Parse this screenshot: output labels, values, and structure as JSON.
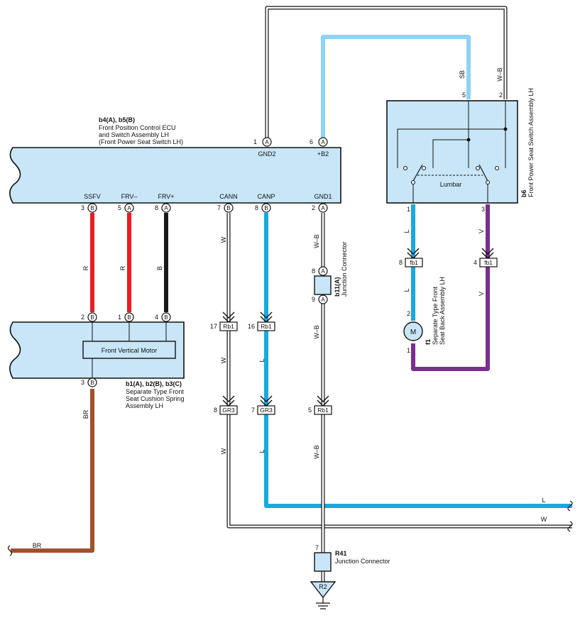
{
  "ecu": {
    "code": "b4(A), b5(B)",
    "name_line1": "Front Position Control ECU",
    "name_line2": "and Switch Assembly LH",
    "name_line3": "(Front Power Seat Switch LH)",
    "top_pins": [
      {
        "label": "GND2",
        "num": "1",
        "conn": "A"
      },
      {
        "label": "+B2",
        "num": "6",
        "conn": "A"
      }
    ],
    "bottom_pins": [
      {
        "label": "SSFV",
        "num": "3",
        "conn": "B"
      },
      {
        "label": "FRV–",
        "num": "5",
        "conn": "A"
      },
      {
        "label": "FRV+",
        "num": "8",
        "conn": "A"
      },
      {
        "label": "CANN",
        "num": "7",
        "conn": "B"
      },
      {
        "label": "CANP",
        "num": "8",
        "conn": "B"
      },
      {
        "label": "GND1",
        "num": "2",
        "conn": "A"
      }
    ]
  },
  "motor_assy": {
    "code": "b1(A), b2(B), b3(C)",
    "name_line1": "Separate Type Front",
    "name_line2": "Seat Cushion Spring",
    "name_line3": "Assembly LH",
    "motor_label": "Front Vertical Motor",
    "top_pins": [
      {
        "num": "2",
        "conn": "B"
      },
      {
        "num": "1",
        "conn": "B"
      },
      {
        "num": "4",
        "conn": "B"
      }
    ],
    "bottom_pin": {
      "num": "3",
      "conn": "B"
    }
  },
  "seat_switch": {
    "code": "b6",
    "name": "Front Power Seat Switch Assembly LH",
    "switch_label": "Lumbar",
    "pins": {
      "p5": "5",
      "p2": "2",
      "p1": "1",
      "p3": "3"
    }
  },
  "back_assy": {
    "code": "f1",
    "name_line1": "Separate Type Front",
    "name_line2": "Seat Back Assembly LH",
    "motor_symbol": "M",
    "pin_top": "2",
    "pin_bottom": "1"
  },
  "junction_b11": {
    "code": "b11(A)",
    "name": "Junction Connector",
    "pin_top": {
      "num": "8",
      "conn": "A"
    },
    "pin_bottom": {
      "num": "9",
      "conn": "A"
    }
  },
  "junction_r41": {
    "code": "R41",
    "name": "Junction Connector",
    "pin": "7"
  },
  "ground": {
    "label": "R2"
  },
  "inline_connectors": [
    {
      "num": "8",
      "label": "fb1"
    },
    {
      "num": "4",
      "label": "fb1"
    },
    {
      "num": "17",
      "label": "Rb1"
    },
    {
      "num": "16",
      "label": "Rb1"
    },
    {
      "num": "8",
      "label": "GR3"
    },
    {
      "num": "7",
      "label": "GR3"
    },
    {
      "num": "5",
      "label": "Rb1"
    }
  ],
  "wire_colors": {
    "sb_label": "SB",
    "wb_label": "W–B",
    "r_label": "R",
    "b_label": "B",
    "w_label": "W",
    "l_label": "L",
    "v_label": "V",
    "br_label": "BR",
    "sb_hex": "#8fd3f4",
    "l_hex": "#19a8e0",
    "r_hex": "#ee1c25",
    "b_hex": "#1a1a1a",
    "v_hex": "#7b2e8c",
    "br_hex": "#a0522d",
    "w_hex": "#ffffff",
    "box_fill_hex": "#c8e6f7"
  }
}
